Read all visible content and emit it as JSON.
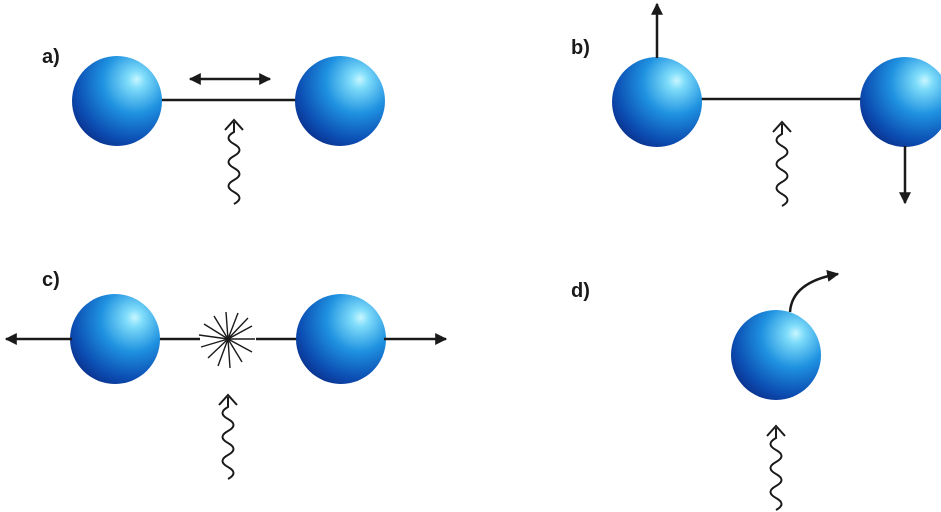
{
  "panels": [
    {
      "id": "a",
      "label": "a)"
    },
    {
      "id": "b",
      "label": "b)"
    },
    {
      "id": "c",
      "label": "c)"
    },
    {
      "id": "d",
      "label": "d)"
    }
  ],
  "colors": {
    "atom_highlight": "#8fe6ff",
    "atom_mid": "#1e90e0",
    "atom_dark": "#0a2f8a",
    "line": "#1a1a1a"
  },
  "icons": {
    "atom": "sphere",
    "photon": "wavy-arrow",
    "motion": "arrow",
    "bond_break": "starburst"
  }
}
